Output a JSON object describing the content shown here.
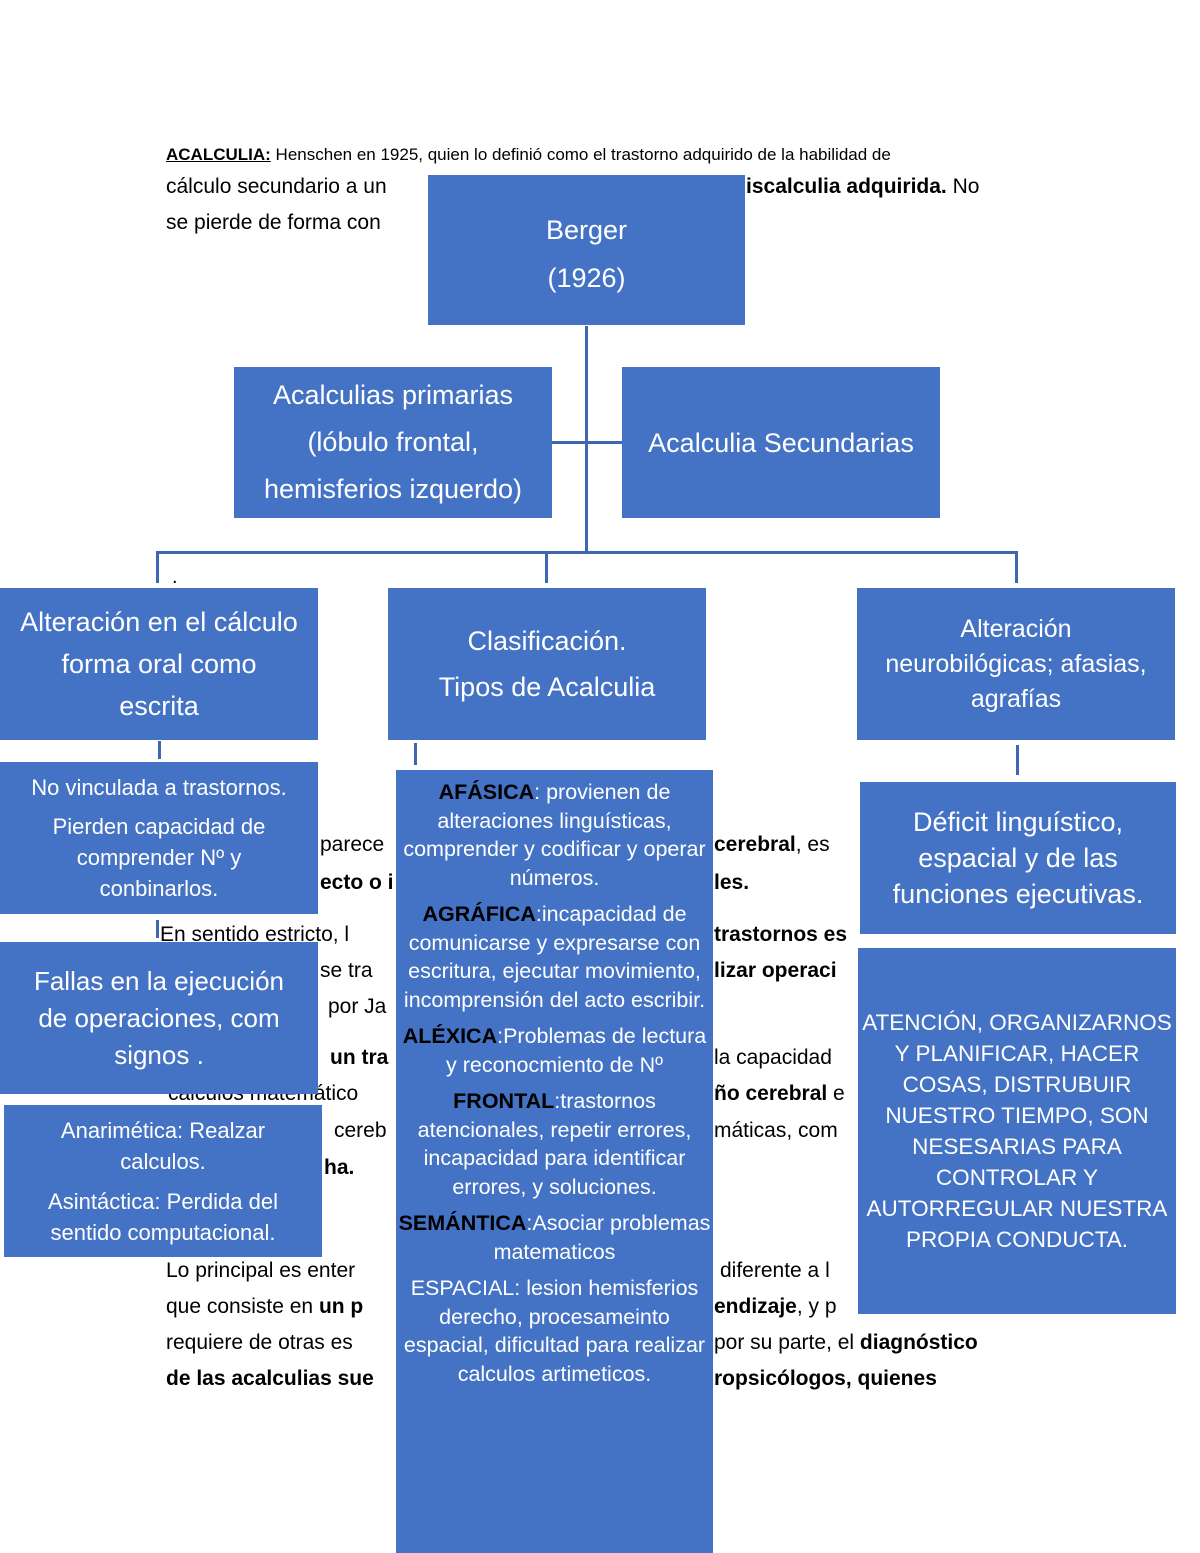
{
  "document": {
    "line1": {
      "term": "ACALCULIA:",
      "rest": " Henschen en 1925, quien lo definió como el trastorno adquirido de la habilidad de"
    },
    "line2": {
      "a": "cálculo secundario a un",
      "b": "iscalculia adquirida.",
      "c": " No"
    },
    "line3": {
      "a": "se pierde de forma con"
    },
    "line4": {
      "a": "parece",
      "b": "cerebral",
      "c": ", es"
    },
    "line5": {
      "a": "ecto o i",
      "b": "les."
    },
    "line6": {
      "a": "En sentido estricto, l",
      "b": "trastornos es"
    },
    "line7": {
      "a": "se tra",
      "b": "lizar operaci"
    },
    "line8": {
      "a": "por Ja"
    },
    "line9": {
      "a": "un tra",
      "b": "la capacidad"
    },
    "line10": {
      "a": "cálculos matemático",
      "b": "ño cerebral",
      "c": " e"
    },
    "line11": {
      "a": "cereb",
      "b": "máticas, com"
    },
    "line12": {
      "a": "ha."
    },
    "line13": {
      "a": "Lo principal es enter",
      "b": "diferente a l"
    },
    "line14": {
      "a": "que consiste en ",
      "a2": "un p",
      "b": "endizaje",
      "c": ", y p"
    },
    "line15": {
      "a": "requiere de otras es",
      "b": "por su parte, el ",
      "c": "diagnóstico"
    },
    "line16": {
      "a": "de las acalculias sue",
      "b": "ropsicólogos, quienes"
    }
  },
  "diagram": {
    "root": {
      "l1": "Berger",
      "l2": "(1926)"
    },
    "primarias": {
      "l1": "Acalculias primarias",
      "l2": "(lóbulo frontal,",
      "l3": "hemisferios  izquerdo)"
    },
    "secundarias": {
      "l1": "Acalculia Secundarias"
    },
    "left": {
      "l1": "Alteración en el cálculo",
      "l2": "forma oral como",
      "l3": "escrita"
    },
    "center": {
      "l1": "Clasificación.",
      "l2": "Tipos de Acalculia"
    },
    "right": {
      "l1": "Alteración",
      "l2": "neurobilógicas; afasias,",
      "l3": "agrafías"
    },
    "left_sub1": {
      "l1": "No vinculada a trastornos.",
      "l2": "Pierden capacidad de",
      "l3": "comprender Nº y",
      "l4": "conbinarlos."
    },
    "left_sub2": {
      "l1": "Fallas en la ejecución",
      "l2": "de operaciones, com",
      "l3": "signos ."
    },
    "left_sub3": {
      "l1": "Anarimética: Realzar",
      "l2": "calculos.",
      "l3": "Asintáctica: Perdida del",
      "l4": "sentido computacional."
    },
    "types": [
      {
        "key": "AFÁSICA",
        "text": ": provienen de alteraciones linguísticas, comprender y codificar y operar números."
      },
      {
        "key": "AGRÁFICA",
        "text": ":incapacidad de comunicarse y expresarse con escritura, ejecutar movimiento, incomprensión del acto escribir."
      },
      {
        "key": "ALÉXICA",
        "text": ":Problemas de lectura y reconocmiento de Nº"
      },
      {
        "key": "FRONTAL",
        "text": ":trastornos atencionales, repetir errores, incapacidad para identificar errores, y soluciones."
      },
      {
        "key": "SEMÁNTICA",
        "text": ":Asociar problemas matematicos"
      },
      {
        "key": "",
        "text": "ESPACIAL: lesion hemisferios derecho, procesameinto espacial, dificultad para realizar calculos artimeticos."
      }
    ],
    "right_sub1": {
      "l1": "Déficit linguístico,",
      "l2": "espacial y de las",
      "l3": "funciones ejecutivas."
    },
    "right_sub2": {
      "text": "ATENCIÓN, ORGANIZARNOS Y PLANIFICAR, HACER COSAS, DISTRUBUIR NUESTRO TIEMPO, SON NESESARIAS PARA CONTROLAR Y AUTORREGULAR NUESTRA PROPIA CONDUCTA."
    },
    "dot": "."
  },
  "colors": {
    "box": "#4472c4",
    "connector": "#3f66b0",
    "text_on_box": "#ffffff"
  }
}
